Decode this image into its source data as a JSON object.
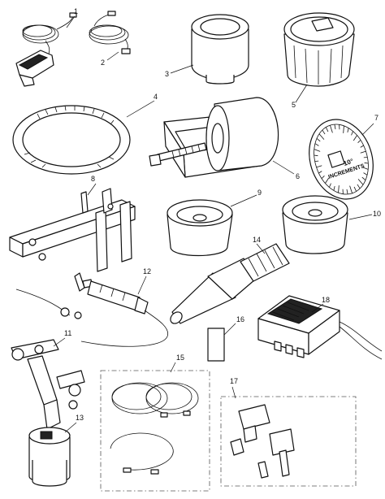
{
  "callouts": {
    "c1": "1",
    "c2": "2",
    "c3": "3",
    "c4": "4",
    "c5": "5",
    "c6": "6",
    "c7": "7",
    "c8": "8",
    "c9": "9",
    "c10": "10",
    "c11": "11",
    "c12": "12",
    "c13": "13",
    "c14": "14",
    "c15": "15",
    "c16": "16",
    "c17": "17",
    "c18": "18"
  },
  "dial": {
    "value": "10°",
    "text": "INCREMENTS"
  }
}
